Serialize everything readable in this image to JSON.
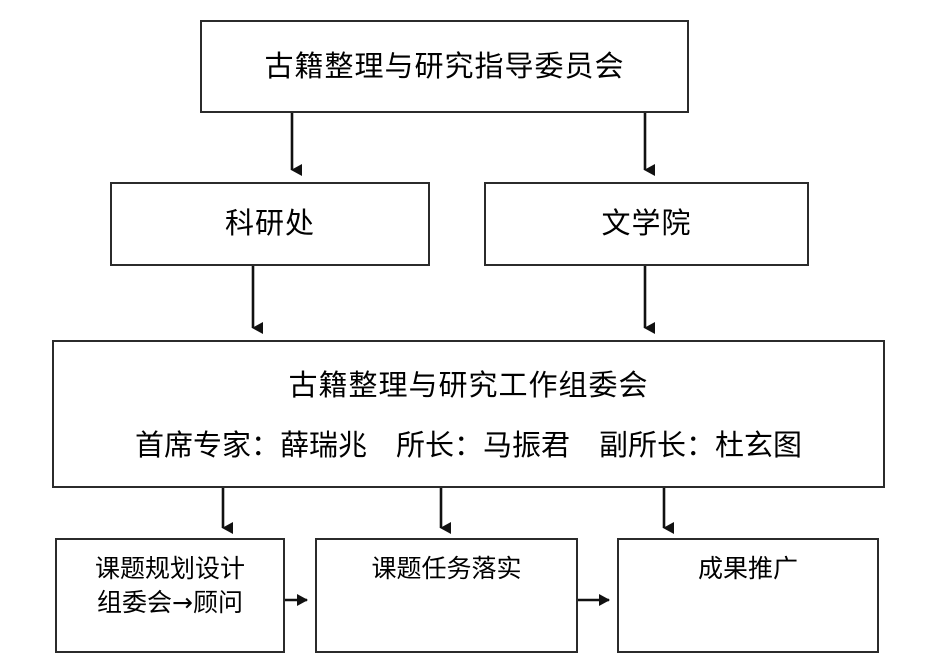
{
  "diagram": {
    "title_text": "古籍整理与研究指导委员会",
    "type": "organizational-flowchart",
    "background_color": "#ffffff",
    "line_color": "#2b2b2b",
    "text_color": "#000000",
    "nodes": {
      "steering_committee": {
        "label": "古籍整理与研究指导委员会"
      },
      "research_office": {
        "label": "科研处"
      },
      "college_of_literature": {
        "label": "文学院"
      },
      "work_group": {
        "title": "古籍整理与研究工作组委会",
        "staff": "首席专家：薛瑞兆　所长：马振君　副所长：杜玄图"
      },
      "planning": {
        "line1": "课题规划设计",
        "line2": "组委会→顾问"
      },
      "task_implementation": {
        "label": "课题任务落实"
      },
      "results_promotion": {
        "label": "成果推广"
      }
    },
    "edges": [
      {
        "name": "steering-to-research-office",
        "from": "steering_committee",
        "to": "research_office",
        "direction": "down",
        "arrowhead": true
      },
      {
        "name": "steering-to-college",
        "from": "steering_committee",
        "to": "college_of_literature",
        "direction": "down",
        "arrowhead": true
      },
      {
        "name": "research-office-to-workgroup",
        "from": "research_office",
        "to": "work_group",
        "direction": "down",
        "arrowhead": true
      },
      {
        "name": "college-to-workgroup",
        "from": "college_of_literature",
        "to": "work_group",
        "direction": "down",
        "arrowhead": true
      },
      {
        "name": "workgroup-to-planning",
        "from": "work_group",
        "to": "planning",
        "direction": "down",
        "arrowhead": true
      },
      {
        "name": "workgroup-to-task",
        "from": "work_group",
        "to": "task_implementation",
        "direction": "down",
        "arrowhead": true
      },
      {
        "name": "workgroup-to-promotion",
        "from": "work_group",
        "to": "results_promotion",
        "direction": "down",
        "arrowhead": true
      },
      {
        "name": "planning-to-task",
        "from": "planning",
        "to": "task_implementation",
        "direction": "right",
        "arrowhead": true
      },
      {
        "name": "task-to-promotion",
        "from": "task_implementation",
        "to": "results_promotion",
        "direction": "right",
        "arrowhead": true
      }
    ]
  }
}
